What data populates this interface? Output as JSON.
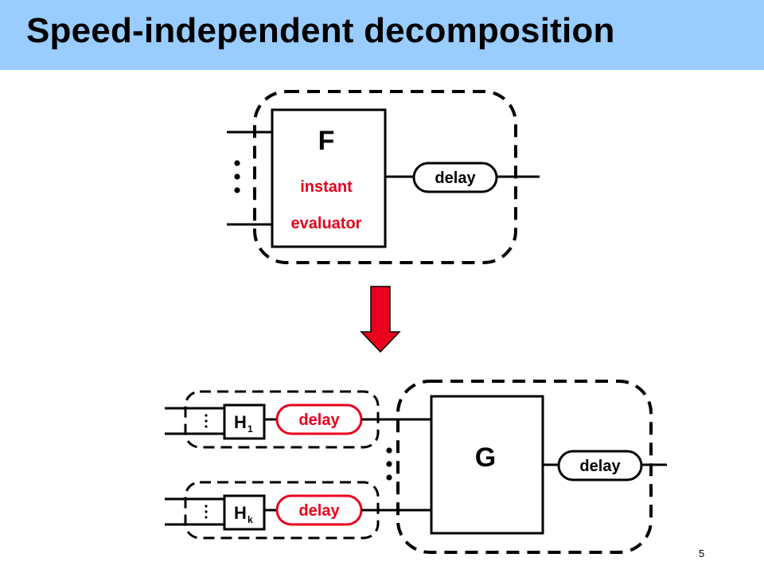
{
  "slide": {
    "title": "Speed-independent decomposition",
    "page_number": "5"
  },
  "top": {
    "box_letter": "F",
    "box_line1": "instant",
    "box_line2": "evaluator",
    "delay_label": "delay"
  },
  "bottom": {
    "h1_letter": "H",
    "h1_sub": "1",
    "hk_letter": "H",
    "hk_sub": "k",
    "delay_h1": "delay",
    "delay_hk": "delay",
    "g_letter": "G",
    "delay_g": "delay"
  },
  "colors": {
    "title_bar": "#99ccff",
    "accent": "#e8001c",
    "arrow": "#e8001c"
  }
}
